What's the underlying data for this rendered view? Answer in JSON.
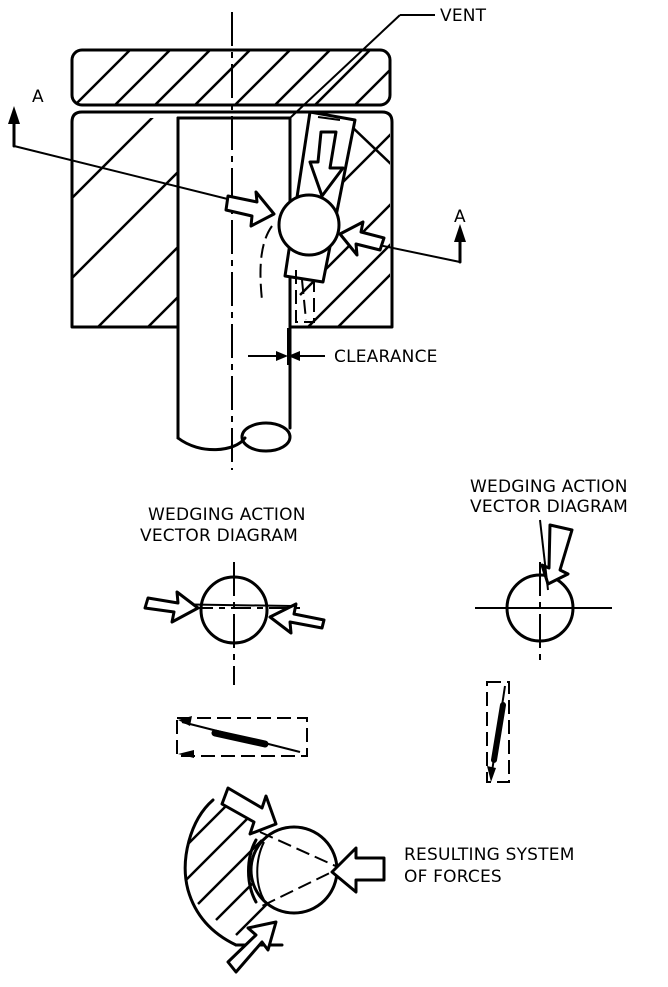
{
  "labels": {
    "vent": "VENT",
    "section_left": "A",
    "section_right": "A",
    "clearance": "CLEARANCE",
    "wedging_left_line1": "WEDGING ACTION",
    "wedging_left_line2": "VECTOR DIAGRAM",
    "wedging_right_line1": "WEDGING ACTION",
    "wedging_right_line2": "VECTOR DIAGRAM",
    "resulting_line1": "RESULTING SYSTEM",
    "resulting_line2": "OF FORCES"
  },
  "colors": {
    "ink": "#000000",
    "paper": "#ffffff"
  }
}
